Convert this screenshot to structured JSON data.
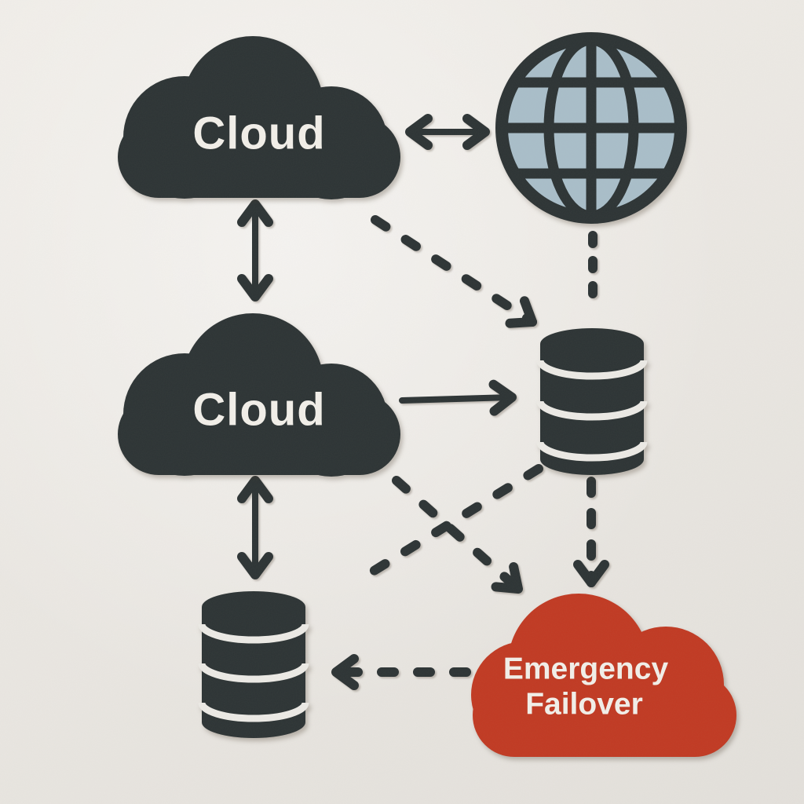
{
  "colors": {
    "background_top": "#f0ede8",
    "background_bottom": "#e3e0db",
    "ink": "#2d3435",
    "globe_fill": "#a9bec9",
    "failover_red": "#c13a23",
    "label_text": "#f2efe9"
  },
  "nodes": {
    "cloud_top": {
      "type": "cloud",
      "label": "Cloud"
    },
    "globe": {
      "type": "globe-icon"
    },
    "cloud_middle": {
      "type": "cloud",
      "label": "Cloud"
    },
    "db_right": {
      "type": "database-icon"
    },
    "db_bottom": {
      "type": "database-icon"
    },
    "failover": {
      "type": "cloud",
      "label_line1": "Emergency",
      "label_line2": "Failover"
    }
  },
  "edges": [
    {
      "from": "cloud_top",
      "to": "globe",
      "style": "solid",
      "arrows": "both"
    },
    {
      "from": "cloud_top",
      "to": "cloud_middle",
      "style": "solid",
      "arrows": "both"
    },
    {
      "from": "cloud_top",
      "to": "db_right",
      "style": "dashed",
      "arrows": "end"
    },
    {
      "from": "globe",
      "to": "db_right",
      "style": "dashed",
      "arrows": "none"
    },
    {
      "from": "cloud_middle",
      "to": "db_right",
      "style": "solid",
      "arrows": "end"
    },
    {
      "from": "cloud_middle",
      "to": "db_bottom",
      "style": "solid",
      "arrows": "both"
    },
    {
      "from": "cloud_middle",
      "to": "failover",
      "style": "dashed",
      "arrows": "end"
    },
    {
      "from": "db_right",
      "to": "db_bottom",
      "style": "dashed",
      "arrows": "none"
    },
    {
      "from": "db_right",
      "to": "failover",
      "style": "dashed",
      "arrows": "end"
    },
    {
      "from": "failover",
      "to": "db_bottom",
      "style": "dashed",
      "arrows": "end"
    }
  ]
}
